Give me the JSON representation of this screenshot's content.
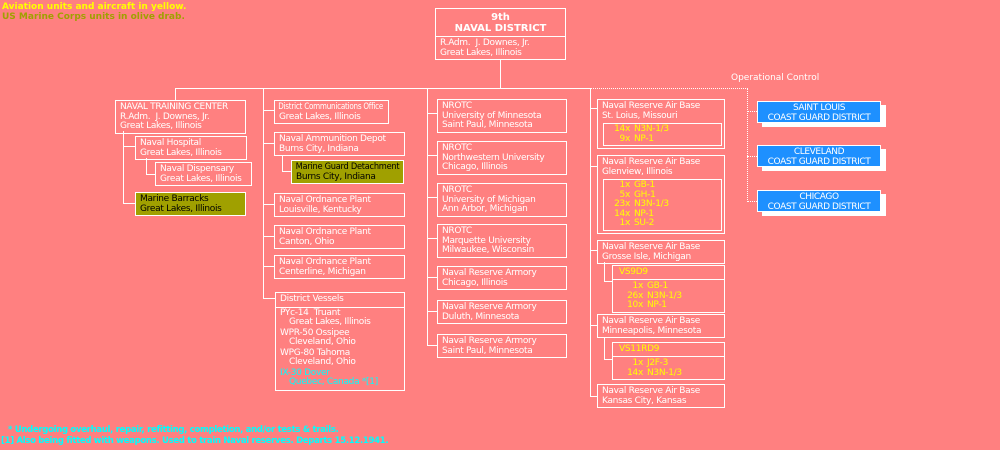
{
  "legend": {
    "line1": "Aviation units and aircraft in yellow.",
    "line2": "US Marine Corps units in olive drab."
  },
  "colors": {
    "background": "#FF8080",
    "box_border": "#FFFFFF",
    "text": "#FFFFFF",
    "yellow": "#FFFF00",
    "olive": "#A0A000",
    "cyan": "#00FFFF",
    "coast_guard_blue": "#1E90FF"
  },
  "root": {
    "echelon": "9th",
    "name": "NAVAL DISTRICT",
    "commander": "R.Adm.  J. Downes, Jr.",
    "location": "Great Lakes, Illinois"
  },
  "operational_control_label": "Operational Control",
  "training_center": {
    "name": "NAVAL TRAINING CENTER",
    "commander": "R.Adm.  J. Downes, Jr.",
    "location": "Great Lakes, Illinois"
  },
  "hospital": {
    "name": "Naval Hospital",
    "location": "Great Lakes, Illinois"
  },
  "dispensary": {
    "name": "Naval Dispensary",
    "location": "Great Lakes, Illinois"
  },
  "marine_barracks": {
    "name": "Marine Barracks",
    "location": "Great Lakes, Illinois"
  },
  "district_comms": {
    "name": "District Communications Office",
    "location": "Great Lakes, Illinois"
  },
  "ammunition_depot": {
    "name": "Naval Ammunition Depot",
    "location": "Burns City, Indiana"
  },
  "marine_guard": {
    "name": "Marine Guard Detachment",
    "location": "Burns City, Indiana"
  },
  "ordnance_plants": [
    {
      "name": "Naval Ordnance Plant",
      "location": "Louisville, Kentucky"
    },
    {
      "name": "Naval Ordnance Plant",
      "location": "Canton, Ohio"
    },
    {
      "name": "Naval Ordnance Plant",
      "location": "Centerline, Michigan"
    }
  ],
  "district_vessels": {
    "title": "District Vessels",
    "vessels": [
      {
        "name": "PYc-14  Truant",
        "location": "Great Lakes, Illinois"
      },
      {
        "name": "WPR-50 Ossipee",
        "location": "Cleveland, Ohio"
      },
      {
        "name": "WPG-80 Tahoma",
        "location": "Cleveland, Ohio"
      },
      {
        "name": "IX-30 Dover",
        "location": "Quebec, Canada *[1]"
      }
    ]
  },
  "nrotc": [
    {
      "name": "NROTC",
      "unit": "University of Minnesota",
      "location": "Saint Paul, Minnesota"
    },
    {
      "name": "NROTC",
      "unit": "Northwestern University",
      "location": "Chicago, Illinois"
    },
    {
      "name": "NROTC",
      "unit": "University of Michigan",
      "location": "Ann Arbor, Michigan"
    },
    {
      "name": "NROTC",
      "unit": "Marquette University",
      "location": "Milwaukee, Wisconsin"
    }
  ],
  "armories": [
    {
      "name": "Naval Reserve Armory",
      "location": "Chicago, Illinois"
    },
    {
      "name": "Naval Reserve Armory",
      "location": "Duluth, Minnesota"
    },
    {
      "name": "Naval Reserve Armory",
      "location": "Saint Paul, Minnesota"
    }
  ],
  "air_bases": [
    {
      "name": "Naval Reserve Air Base",
      "location": "St. Loius, Missouri",
      "aircraft": [
        {
          "count": "14x",
          "type": "N3N-1/3"
        },
        {
          "count": "9x",
          "type": "NP-1"
        }
      ]
    },
    {
      "name": "Naval Reserve Air Base",
      "location": "Glenview, Illinois",
      "aircraft": [
        {
          "count": "1x",
          "type": "GB-1"
        },
        {
          "count": "5x",
          "type": "GH-1"
        },
        {
          "count": "23x",
          "type": "N3N-1/3"
        },
        {
          "count": "14x",
          "type": "NP-1"
        },
        {
          "count": "1x",
          "type": "SU-2"
        }
      ]
    },
    {
      "name": "Naval Reserve Air Base",
      "location": "Grosse Isle, Michigan",
      "squadron": "VS9D9",
      "aircraft": [
        {
          "count": "1x",
          "type": "GB-1"
        },
        {
          "count": "26x",
          "type": "N3N-1/3"
        },
        {
          "count": "10x",
          "type": "NP-1"
        }
      ]
    },
    {
      "name": "Naval Reserve Air Base",
      "location": "Minneapolis, Minnesota",
      "squadron": "VS11RD9",
      "aircraft": [
        {
          "count": "1x",
          "type": "J2F-3"
        },
        {
          "count": "14x",
          "type": "N3N-1/3"
        }
      ]
    },
    {
      "name": "Naval Reserve Air Base",
      "location": "Kansas City, Kansas"
    }
  ],
  "coast_guard": [
    {
      "city": "SAINT LOUIS",
      "org": "COAST GUARD DISTRICT"
    },
    {
      "city": "CLEVELAND",
      "org": "COAST GUARD DISTRICT"
    },
    {
      "city": "CHICAGO",
      "org": "COAST GUARD DISTRICT"
    }
  ],
  "footnotes": {
    "line1": "* Undergoing overhaul, repair, refitting, completion, and/or tests & trails.",
    "line2": "[1] Also being fitted with weapons. Used to train Naval reserves. Departs 15.12.1941."
  }
}
